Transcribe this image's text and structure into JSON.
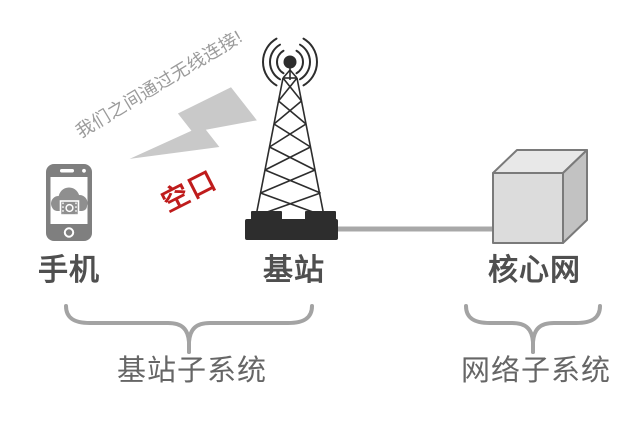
{
  "diagram": {
    "speech_note": "我们之间通过无线连接!",
    "air_interface": "空口",
    "nodes": {
      "phone": {
        "label": "手机",
        "icon": "smartphone-icon"
      },
      "base_station": {
        "label": "基站",
        "icon": "radio-tower-icon"
      },
      "core_network": {
        "label": "核心网",
        "icon": "cube-icon"
      }
    },
    "groups": {
      "bss": {
        "label": "基站子系统",
        "members": [
          "手机",
          "基站"
        ]
      },
      "nss": {
        "label": "网络子系统",
        "members": [
          "核心网"
        ]
      }
    },
    "icons": {
      "smartphone-icon": "phone with cloud media screen",
      "cloud-media-icon": "cloud holding film clip",
      "signal-waves-icon": "radio waves around antenna",
      "radio-tower-icon": "lattice transmission tower",
      "lightning-bolt-icon": "wireless link bolt",
      "cube-icon": "3d box for core network",
      "brace-icon": "curly grouping brace"
    },
    "colors": {
      "background": "#ffffff",
      "accent_red": "#bf1c1c",
      "note_gray": "#9b9b9b",
      "node_text": "#4f4f4f",
      "group_text": "#666666",
      "tower_black": "#2d2d2d",
      "bolt_gray": "#c9c9c9",
      "brace_gray": "#a3a3a3",
      "connector_gray": "#a8a8a8",
      "phone_gray": "#7f7f7f",
      "cloud_gray": "#8f8f8f",
      "cube_front": "#dcdcdc",
      "cube_top": "#e8e8e8",
      "cube_side": "#c2c2c2",
      "cube_outline": "#7a7a7a"
    }
  }
}
